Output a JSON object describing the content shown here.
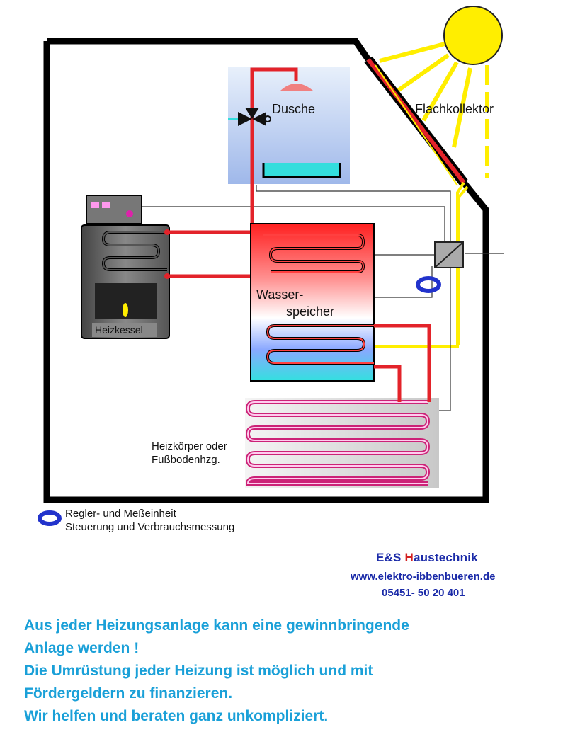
{
  "diagram": {
    "labels": {
      "shower": "Dusche",
      "collector": "Flachkollektor",
      "boiler": "Heizkessel",
      "tank_line1": "Wasser-",
      "tank_line2": "speicher",
      "radiator_line1": "Heizkörper oder",
      "radiator_line2": "Fußbodenhzg."
    },
    "legend": {
      "line1": "Regler- und Meßeinheit",
      "line2": "Steuerung und Verbrauchsmessung",
      "icon": "ring-icon"
    },
    "colors": {
      "pipe_hot": "#e3232a",
      "pipe_solar": "#ffee00",
      "sun": "#ffee00",
      "house": "#000000",
      "control_ring": "#2233cc",
      "radiator": "#cc2277",
      "water": "#22dddd"
    }
  },
  "company": {
    "name_first": "E&S ",
    "name_h": "H",
    "name_rest": "austechnik",
    "website": "www.elektro-ibbenbueren.de",
    "phone": "05451- 50 20 401"
  },
  "slogan": [
    "Aus jeder Heizungsanlage kann eine gewinnbringende",
    "Anlage werden !",
    "Die Umrüstung jeder Heizung ist möglich und mit",
    "Fördergeldern zu finanzieren.",
    "Wir helfen und beraten ganz unkompliziert."
  ]
}
